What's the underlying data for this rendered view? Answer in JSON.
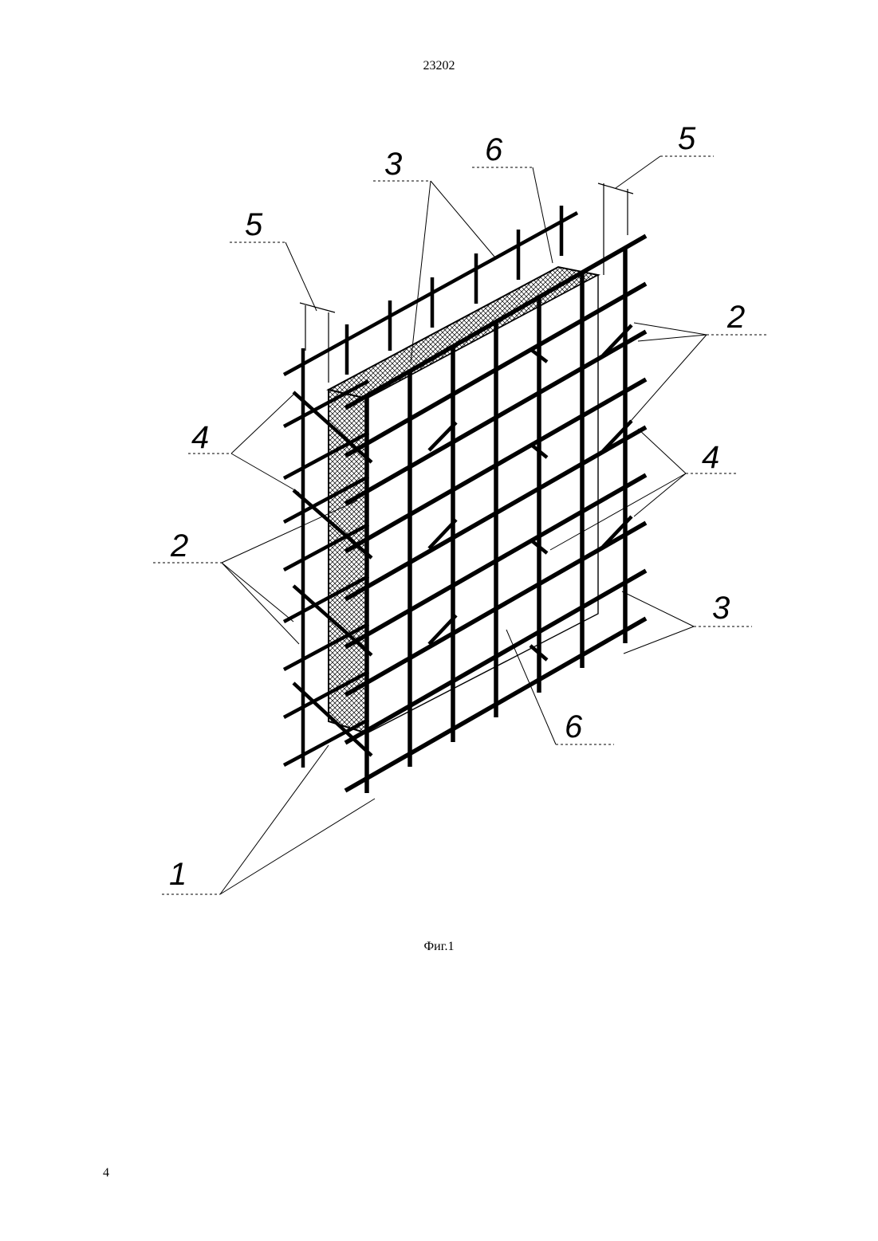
{
  "header": {
    "document_number": "23202"
  },
  "figure": {
    "caption": "Фиг.1",
    "callouts": {
      "c1": "1",
      "c2_left": "2",
      "c2_right": "2",
      "c3_top": "3",
      "c3_right": "3",
      "c4_left": "4",
      "c4_right": "4",
      "c5_left": "5",
      "c5_right": "5",
      "c6_top": "6",
      "c6_bottom": "6"
    },
    "colors": {
      "ink": "#000000",
      "paper": "#ffffff"
    }
  },
  "footer": {
    "page_number": "4"
  }
}
